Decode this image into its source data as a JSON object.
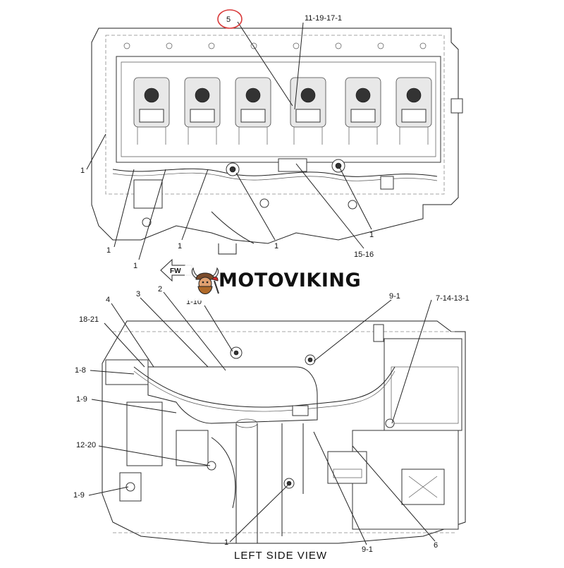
{
  "top_view": {
    "callouts": [
      {
        "id": "c5",
        "label": "5",
        "highlighted": true
      },
      {
        "id": "c11-19-17-1",
        "label": "11-19-17-1"
      },
      {
        "id": "c1a",
        "label": "1"
      },
      {
        "id": "c1b",
        "label": "1"
      },
      {
        "id": "c1c",
        "label": "1"
      },
      {
        "id": "c1d",
        "label": "1"
      },
      {
        "id": "c1e",
        "label": "1"
      },
      {
        "id": "c1f",
        "label": "1"
      },
      {
        "id": "c15-16",
        "label": "15-16"
      }
    ],
    "direction_label": "FW"
  },
  "bottom_view": {
    "callouts": [
      {
        "id": "b4",
        "label": "4"
      },
      {
        "id": "b3",
        "label": "3"
      },
      {
        "id": "b2",
        "label": "2"
      },
      {
        "id": "b1-10",
        "label": "1-10"
      },
      {
        "id": "b9-1a",
        "label": "9-1"
      },
      {
        "id": "b7-14-13-1",
        "label": "7-14-13-1"
      },
      {
        "id": "b18-21",
        "label": "18-21"
      },
      {
        "id": "b1-8",
        "label": "1-8"
      },
      {
        "id": "b1-9a",
        "label": "1-9"
      },
      {
        "id": "b12-20",
        "label": "12-20"
      },
      {
        "id": "b1-9b",
        "label": "1-9"
      },
      {
        "id": "b1",
        "label": "1"
      },
      {
        "id": "b9-1b",
        "label": "9-1"
      },
      {
        "id": "b6",
        "label": "6"
      }
    ],
    "caption": "LEFT SIDE VIEW"
  },
  "watermark": {
    "text": "MOTOVIKING"
  },
  "colors": {
    "highlight_circle": "#d93a3a",
    "line_art": "#222222",
    "background": "#ffffff"
  }
}
